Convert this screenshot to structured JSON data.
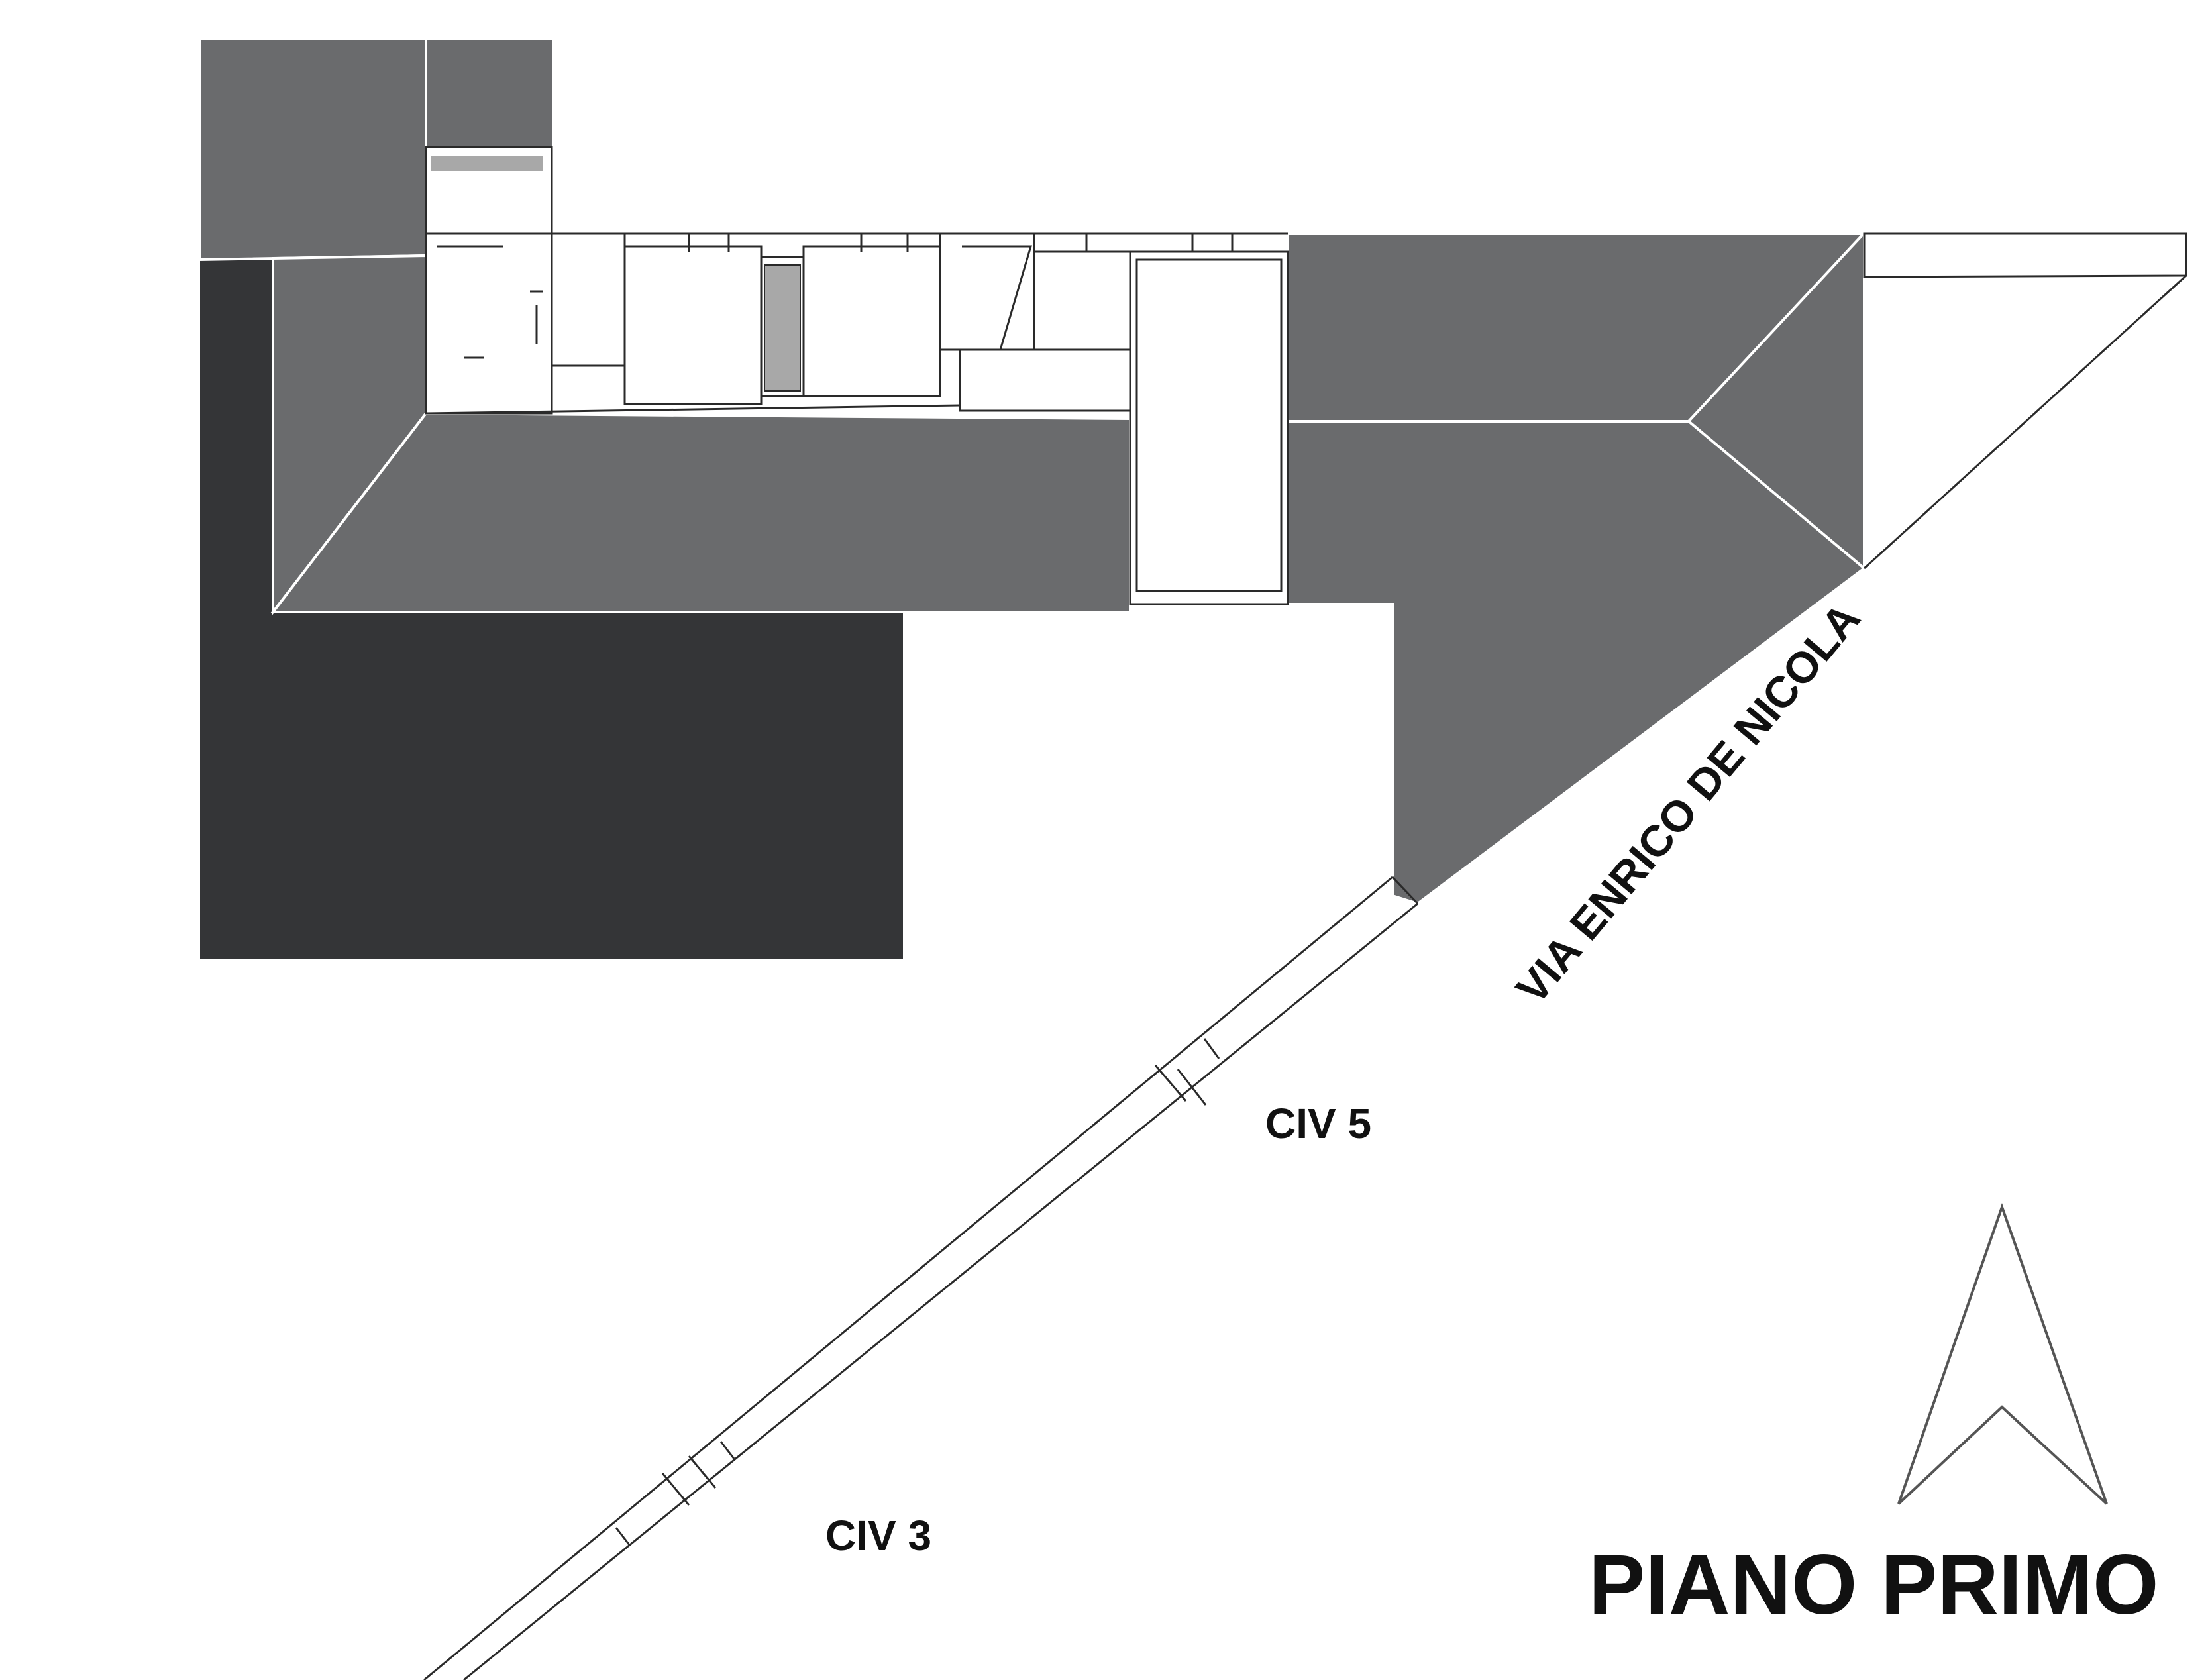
{
  "title": "PIANO PRIMO",
  "street_name": "VIA ENRICO DE NICOLA",
  "entrances": [
    {
      "label": "CIV 5"
    },
    {
      "label": "CIV 3"
    }
  ],
  "north_arrow_icon": "north-arrow-icon",
  "colors": {
    "roof": "#6a6b6d",
    "dark_block": "#343537",
    "stair": "#a8a8a8",
    "rooms": "#ffffff",
    "lines": "#2a2a2a",
    "text": "#111111"
  }
}
